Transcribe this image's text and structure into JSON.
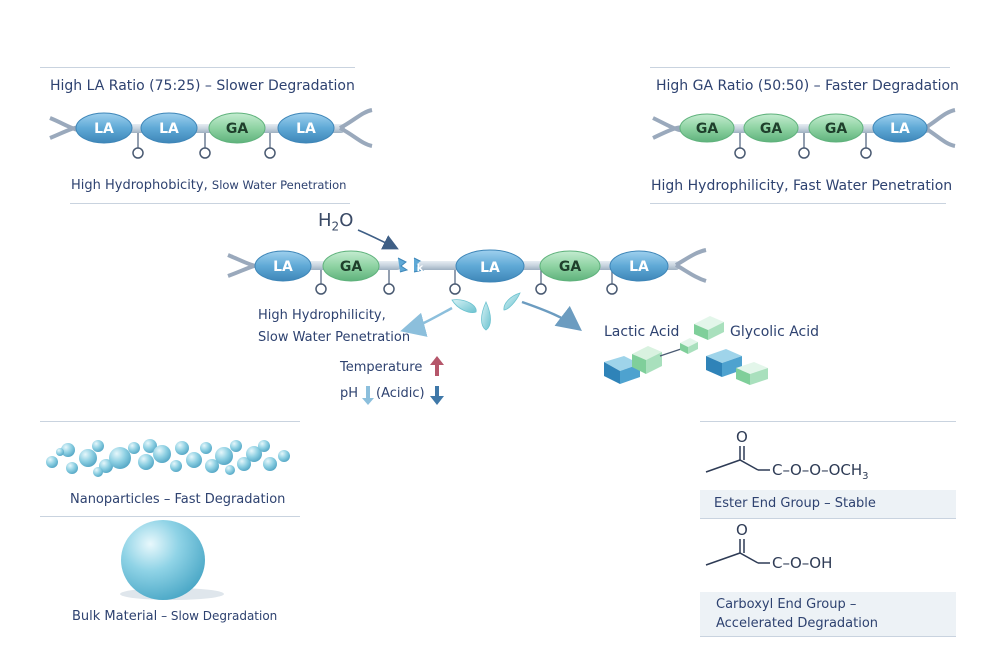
{
  "top_left": {
    "title": "High LA Ratio (75:25) – Slower Degradation",
    "caption_main": "High Hydrophobicity,",
    "caption_small": "Slow Water Penetration",
    "beads": [
      "LA",
      "LA",
      "GA",
      "LA"
    ]
  },
  "top_right": {
    "title": "High GA Ratio (50:50) – Faster Degradation",
    "caption": "High Hydrophilicity, Fast Water Penetration",
    "beads": [
      "GA",
      "GA",
      "GA",
      "LA"
    ]
  },
  "center": {
    "water_label": "H",
    "water_sub": "2",
    "water_o": "O",
    "beads": [
      "LA",
      "GA",
      "LA",
      "GA",
      "LA"
    ],
    "break_label": "k",
    "left_caption_1": "High Hydrophilicity,",
    "left_caption_2": "Slow Water Penetration",
    "temperature_label": "Temperature",
    "ph_label": "pH",
    "ph_note": "(Acidic)",
    "lactic_label": "Lactic Acid",
    "glycolic_label": "Glycolic Acid"
  },
  "bottom_left": {
    "nano_caption_main": "Nanoparticles",
    "nano_caption_rest": " – Fast Degradation",
    "bulk_caption_main": "Bulk Material",
    "bulk_caption_rest": " – Slow Degradation"
  },
  "bottom_right": {
    "ester_o": "O",
    "ester_formula": "C–O–O–OCH",
    "ester_sub": "3",
    "ester_caption": "Ester End Group – Stable",
    "carboxyl_o": "O",
    "carboxyl_formula": "C–O–OH",
    "carboxyl_caption_1": "Carboxyl End Group –",
    "carboxyl_caption_2": "Accelerated Degradation"
  },
  "colors": {
    "la_bead": "#5fa9d6",
    "ga_bead": "#8fd3a3",
    "arrow_up": "#b5566a",
    "arrow_down": "#3f78a8",
    "water": "#7fcbd8",
    "text": "#3a4a66"
  }
}
